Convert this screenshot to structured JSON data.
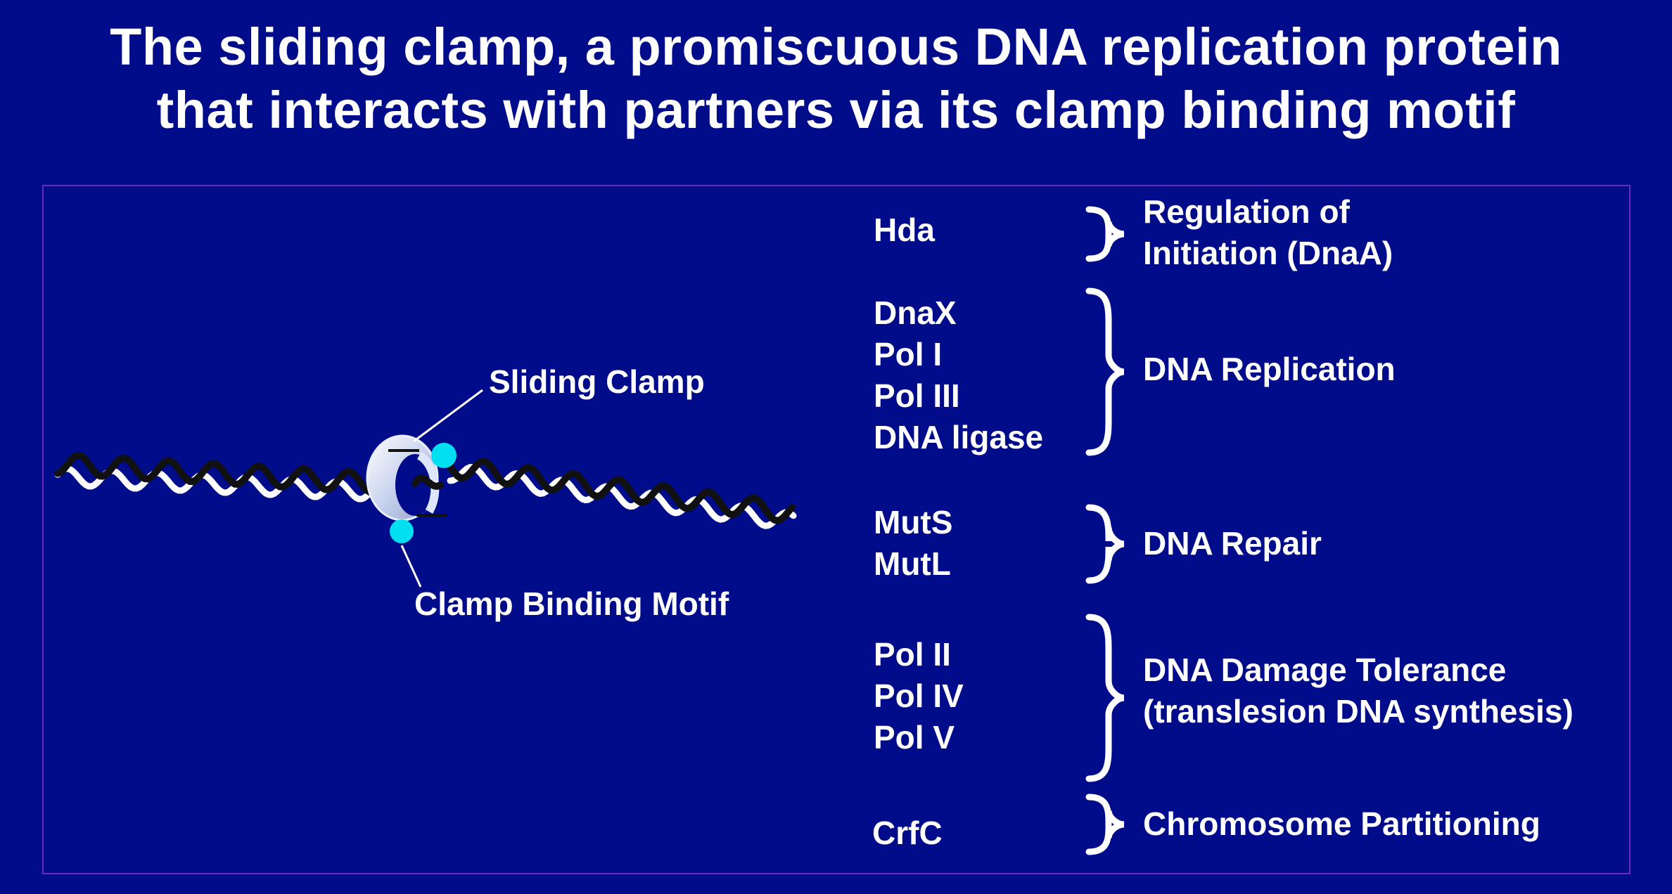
{
  "title": {
    "line1": "The sliding clamp, a promiscuous DNA replication protein",
    "line2": "that interacts with partners via its clamp binding motif"
  },
  "diagram": {
    "sliding_clamp_label": "Sliding Clamp",
    "clamp_binding_motif_label": "Clamp Binding Motif"
  },
  "partner_groups": [
    {
      "partners": [
        "Hda"
      ],
      "function": [
        "Regulation of",
        "Initiation (DnaA)"
      ]
    },
    {
      "partners": [
        "DnaX",
        "Pol I",
        "Pol III",
        "DNA ligase"
      ],
      "function": [
        "DNA Replication"
      ]
    },
    {
      "partners": [
        "MutS",
        "MutL"
      ],
      "function": [
        "DNA Repair"
      ]
    },
    {
      "partners": [
        "Pol II",
        "Pol IV",
        "Pol V"
      ],
      "function": [
        "DNA Damage Tolerance",
        "(translesion DNA synthesis)"
      ]
    },
    {
      "partners": [
        "CrfC"
      ],
      "function": [
        "Chromosome Partitioning"
      ]
    }
  ],
  "colors": {
    "background": "#000c8a",
    "frame": "#6a2bbd",
    "text": "#ffffff",
    "binding_motif": "#00e0f0",
    "dna_dark": "#111111",
    "dna_light": "#ffffff"
  }
}
